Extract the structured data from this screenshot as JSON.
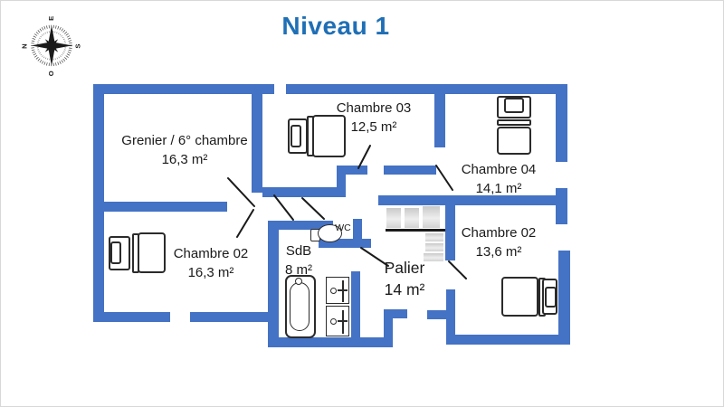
{
  "title": "Niveau 1",
  "compass": {
    "north": "N",
    "south": "S",
    "east": "E",
    "west": "O"
  },
  "rooms": [
    {
      "id": "grenier",
      "name": "Grenier / 6° chambre",
      "area": "16,3 m²"
    },
    {
      "id": "chambre03",
      "name": "Chambre 03",
      "area": "12,5 m²"
    },
    {
      "id": "chambre04",
      "name": "Chambre 04",
      "area": "14,1 m²"
    },
    {
      "id": "chambre02_left",
      "name": "Chambre 02",
      "area": "16,3 m²"
    },
    {
      "id": "chambre02_right",
      "name": "Chambre 02",
      "area": "13,6 m²"
    },
    {
      "id": "sdb",
      "name": "SdB",
      "area": "8 m²"
    },
    {
      "id": "palier",
      "name": "Palier",
      "area": "14 m²"
    },
    {
      "id": "wc",
      "name": "WC",
      "area": ""
    }
  ],
  "colors": {
    "wall": "#4472C4",
    "title": "#1F6FB5",
    "stairs": "#D9D9D9",
    "ink": "#1A1A1A"
  }
}
